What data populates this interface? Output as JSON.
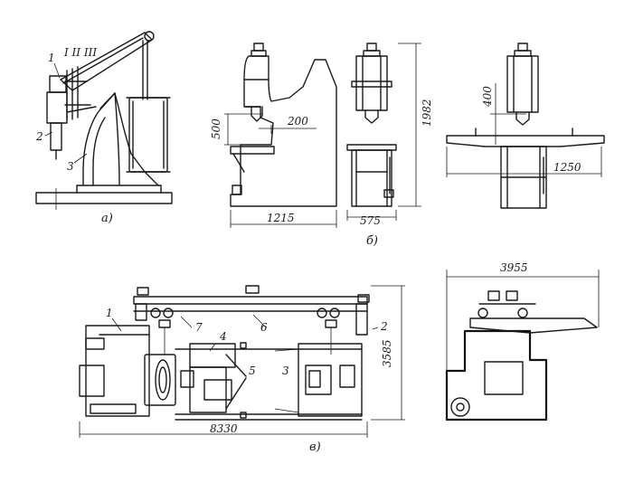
{
  "view_a": {
    "caption": "а)",
    "callouts": [
      "1",
      "2",
      "3"
    ],
    "speeds": "I II III"
  },
  "view_b": {
    "caption": "б)",
    "dims": {
      "height_500": "500",
      "reach_200": "200",
      "width_1215": "1215",
      "depth_575": "575",
      "height_1982": "1982",
      "stroke_400": "400",
      "table_1250": "1250"
    }
  },
  "view_v": {
    "caption": "в)",
    "callouts": [
      "1",
      "2",
      "3",
      "4",
      "5",
      "6",
      "7"
    ],
    "dims": {
      "length_8330": "8330",
      "height_3585": "3585",
      "width_3955": "3955"
    }
  }
}
